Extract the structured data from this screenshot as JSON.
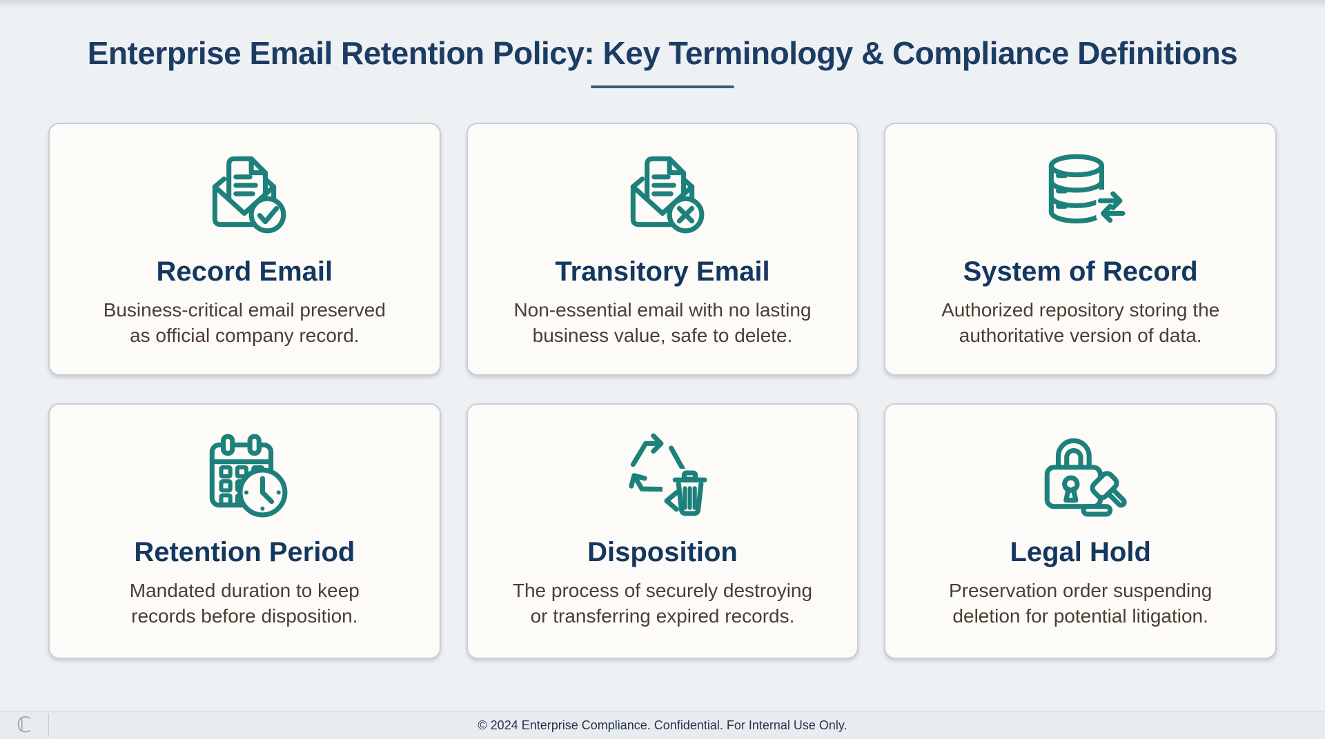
{
  "page": {
    "title": "Enterprise Email Retention Policy: Key Terminology & Compliance Definitions"
  },
  "colors": {
    "accent_teal": "#1E807B",
    "heading_navy": "#14375F",
    "body_text": "#4B3D31",
    "card_background": "#FCFBF7",
    "page_background": "#EEF1F4",
    "title_underline": "#3E5A7E"
  },
  "cards": [
    {
      "icon": "envelope-document-check-icon",
      "title": "Record Email",
      "description": "Business-critical email preserved as official company record.",
      "description_lines": [
        "Business-critical email preserved",
        "as official company record."
      ]
    },
    {
      "icon": "envelope-document-x-icon",
      "title": "Transitory Email",
      "description": "Non-essential email with no lasting business value, safe to delete.",
      "description_lines": [
        "Non-essential email with no lasting",
        "business value, safe to delete."
      ]
    },
    {
      "icon": "database-sync-icon",
      "title": "System of Record",
      "description": "Authorized repository storing the authoritative version of data.",
      "description_lines": [
        "Authorized repository storing the",
        "authoritative version of data."
      ]
    },
    {
      "icon": "calendar-clock-icon",
      "title": "Retention Period",
      "description": "Mandated duration to keep records before disposition.",
      "description_lines": [
        "Mandated duration to keep",
        "records before disposition."
      ]
    },
    {
      "icon": "recycle-trash-icon",
      "title": "Disposition",
      "description": "The process of securely destroying or transferring expired records.",
      "description_lines": [
        "The process of securely destroying",
        "or transferring expired records."
      ]
    },
    {
      "icon": "lock-gavel-icon",
      "title": "Legal Hold",
      "description": "Preservation order suspending deletion for potential litigation.",
      "description_lines": [
        "Preservation order suspending",
        "deletion for potential litigation."
      ]
    }
  ],
  "footer": {
    "logo_glyph": "ℂ",
    "text": "© 2024 Enterprise Compliance. Confidential. For Internal Use Only."
  }
}
